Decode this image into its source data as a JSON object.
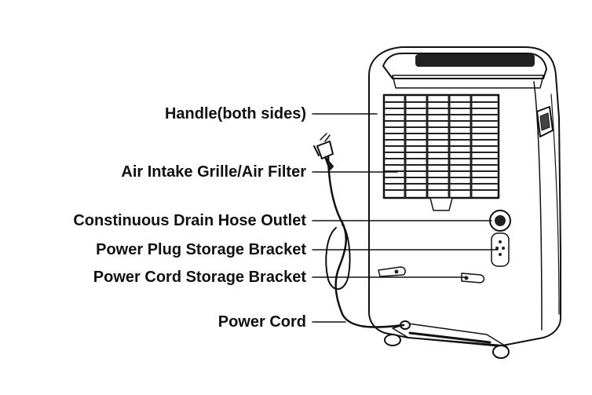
{
  "diagram": {
    "callouts": [
      {
        "id": "handle",
        "label": "Handle(both sides)"
      },
      {
        "id": "air-intake",
        "label": "Air Intake Grille/Air Filter"
      },
      {
        "id": "drain-outlet",
        "label": "Constinuous Drain Hose Outlet"
      },
      {
        "id": "plug-bracket",
        "label": "Power Plug Storage Bracket"
      },
      {
        "id": "cord-bracket",
        "label": "Power Cord Storage Bracket"
      },
      {
        "id": "power-cord",
        "label": "Power Cord"
      }
    ]
  }
}
